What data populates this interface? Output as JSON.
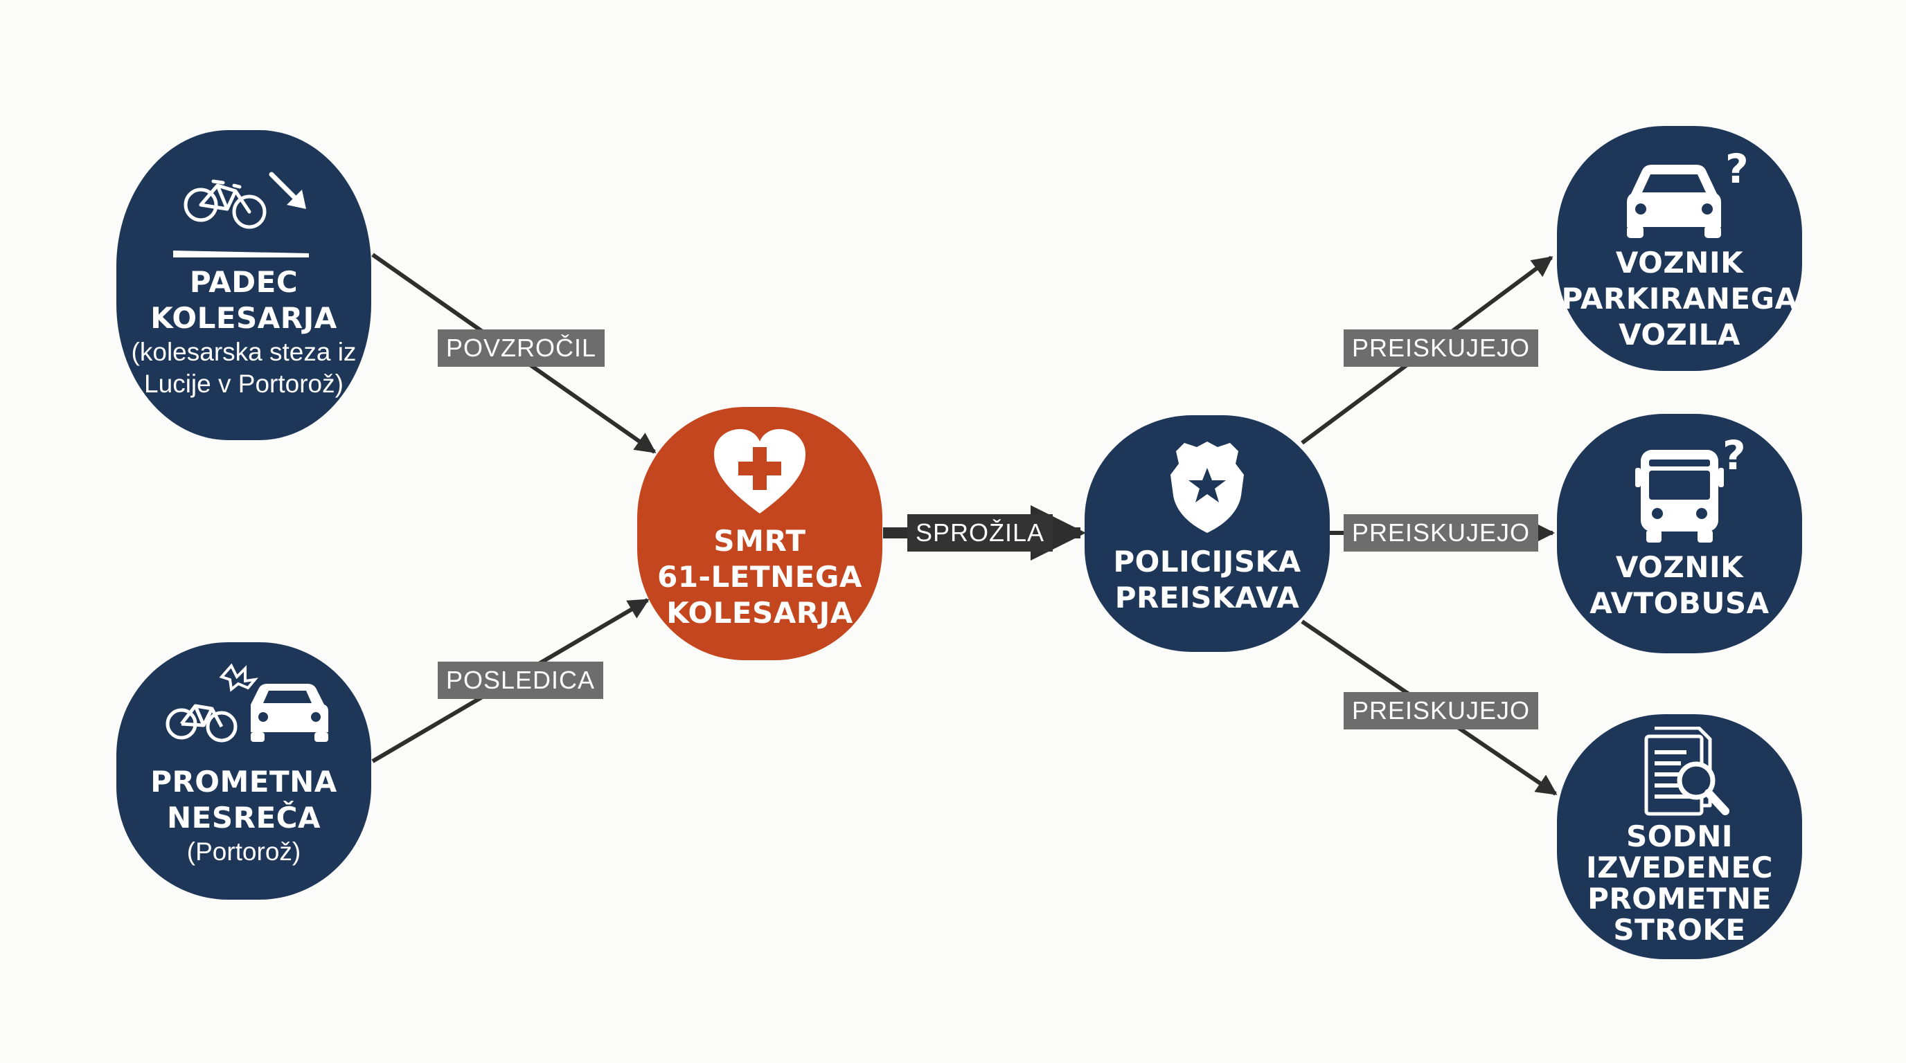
{
  "nodes": {
    "padec": {
      "title_lines": [
        "PADEC",
        "KOLESARJA"
      ],
      "sub_lines": [
        "(kolesarska steza iz",
        "Lucije v Portorož)"
      ],
      "icon": "bicycle-downhill-icon"
    },
    "nesreca": {
      "title_lines": [
        "PROMETNA",
        "NESREČA"
      ],
      "sub_lines": [
        "(Portorož)"
      ],
      "icon": "bicycle-car-collision-icon"
    },
    "smrt": {
      "title_lines": [
        "SMRT",
        "61-LETNEGA",
        "KOLESARJA"
      ],
      "icon": "heart-cross-icon"
    },
    "preiskava": {
      "title_lines": [
        "POLICIJSKA",
        "PREISKAVA"
      ],
      "icon": "police-badge-icon"
    },
    "voznik_vozila": {
      "title_lines": [
        "VOZNIK",
        "PARKIRANEGA",
        "VOZILA"
      ],
      "icon": "car-question-icon"
    },
    "voznik_avtobusa": {
      "title_lines": [
        "VOZNIK",
        "AVTOBUSA"
      ],
      "icon": "bus-question-icon"
    },
    "izvedenec": {
      "title_lines": [
        "SODNI",
        "IZVEDENEC",
        "PROMETNE",
        "STROKE"
      ],
      "icon": "document-search-icon"
    }
  },
  "edges": {
    "povzrocil": "POVZROČIL",
    "posledica": "POSLEDICA",
    "sprozila": "SPROŽILA",
    "preiskujejo_1": "PREISKUJEJO",
    "preiskujejo_2": "PREISKUJEJO",
    "preiskujejo_3": "PREISKUJEJO"
  },
  "colors": {
    "node": "#1e3658",
    "central": "#c4461f",
    "arrow": "#2e2e2e",
    "label": "#6d6d6d",
    "background": "#fbfbf9"
  }
}
